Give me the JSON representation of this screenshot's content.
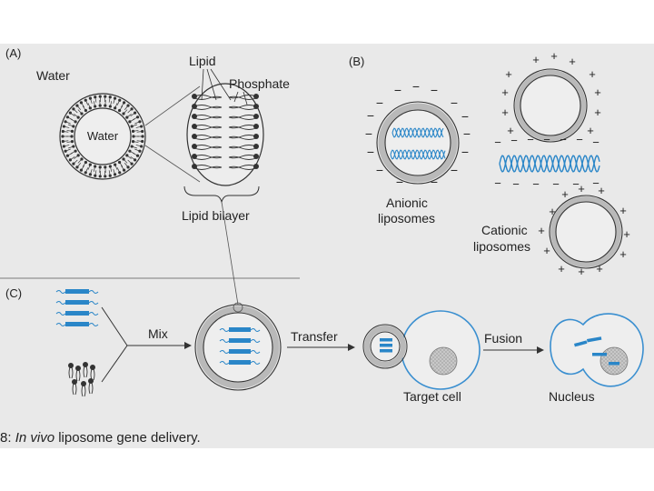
{
  "panel_a": {
    "label": "(A)",
    "water_outer": "Water",
    "water_inner": "Water",
    "lipid": "Lipid",
    "phosphate": "Phosphate",
    "lipid_bilayer": "Lipid bilayer"
  },
  "panel_b": {
    "label": "(B)",
    "anionic_line1": "Anionic",
    "anionic_line2": "liposomes",
    "cationic_line1": "Cationic",
    "cationic_line2": "liposomes",
    "minus_sign": "−",
    "plus_sign": "+"
  },
  "panel_c": {
    "label": "(C)",
    "mix": "Mix",
    "transfer": "Transfer",
    "fusion": "Fusion",
    "target_cell": "Target cell",
    "nucleus": "Nucleus"
  },
  "caption": {
    "prefix": "8: ",
    "italic": "In vivo",
    "rest": " liposome gene delivery."
  },
  "colors": {
    "background": "#e9e9e9",
    "membrane": "#b9b9b9",
    "dna_blue": "#2a86c8",
    "cell_blue": "#3a8fd0",
    "nucleus_gray": "#c4c4c4",
    "lipid_dark": "#333333"
  }
}
